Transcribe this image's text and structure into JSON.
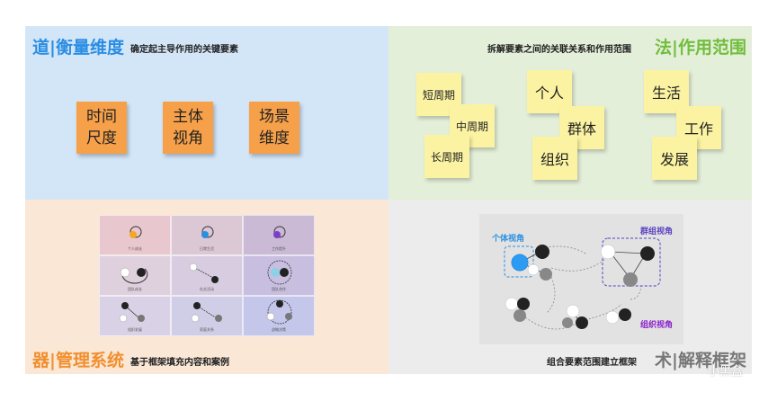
{
  "dao": {
    "title": "道|衡量维度",
    "subtitle": "确定起主导作用的关键要素",
    "color": "#2b8ee3",
    "notes": [
      {
        "line1": "时间",
        "line2": "尺度"
      },
      {
        "line1": "主体",
        "line2": "视角"
      },
      {
        "line1": "场景",
        "line2": "维度"
      }
    ]
  },
  "fa": {
    "title": "法|作用范围",
    "subtitle": "拆解要素之间的关联关系和作用范围",
    "color": "#72bd3e",
    "notes": [
      "短周期",
      "中周期",
      "长周期",
      "个人",
      "群体",
      "组织",
      "生活",
      "工作",
      "发展"
    ]
  },
  "qi": {
    "title": "器|管理系统",
    "subtitle": "基于框架填充内容和案例",
    "color": "#f18f2e",
    "cells": [
      "个人成长",
      "日常生活",
      "工作提升",
      "团队成长",
      "社交活动",
      "团队合作",
      "组织发展",
      "家庭关系",
      "战略决策"
    ]
  },
  "shu": {
    "title": "术|解释框架",
    "subtitle": "组合要素范围建立框架",
    "color": "#777777",
    "labels": {
      "individual": "个体视角",
      "group": "群组视角",
      "organization": "组织视角"
    },
    "label_colors": {
      "individual": "#2b8ee3",
      "group": "#5a3fc0",
      "organization": "#8a1fc9"
    }
  },
  "watermark": "小黑盒"
}
